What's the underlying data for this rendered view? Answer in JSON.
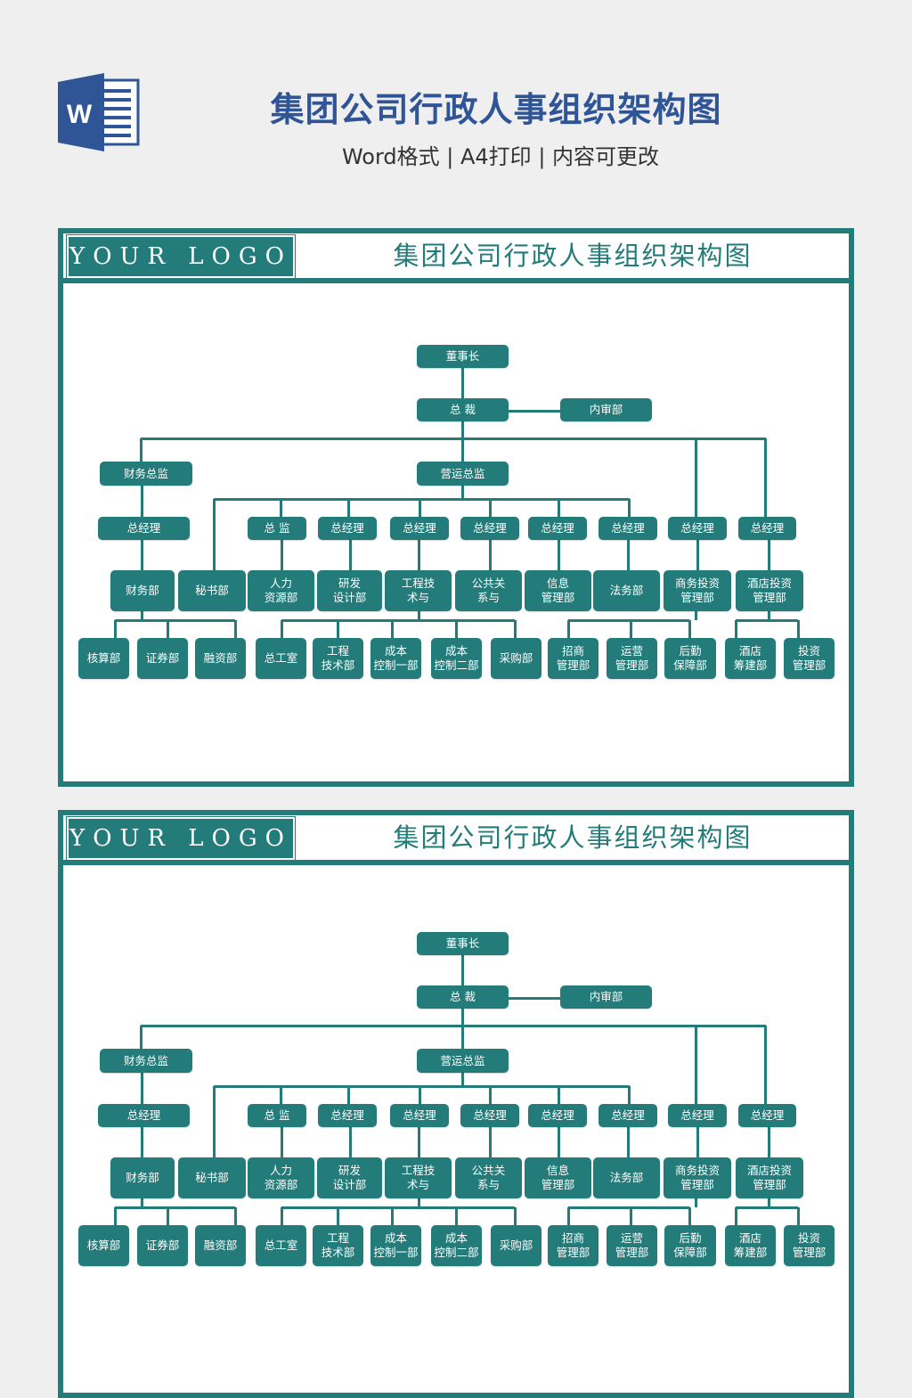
{
  "header": {
    "icon": "word-icon",
    "icon_letter": "W",
    "title": "集团公司行政人事组织架构图",
    "subtitle": "Word格式 | A4打印 | 内容可更改"
  },
  "colors": {
    "accent": "#237b7a",
    "title_blue": "#2f5597",
    "background": "#efefef"
  },
  "cards": [
    {
      "logo": "YOUR LOGO",
      "title": "集团公司行政人事组织架构图"
    },
    {
      "logo": "YOUR LOGO",
      "title": "集团公司行政人事组织架构图"
    }
  ],
  "org": {
    "chairman": "董事长",
    "president": "总 裁",
    "audit": "内审部",
    "finance_director": "财务总监",
    "operations_director": "营运总监",
    "managers": [
      "总经理",
      "总 监",
      "总经理",
      "总经理",
      "总经理",
      "总经理",
      "总经理",
      "总经理",
      "总经理"
    ],
    "departments": [
      "财务部",
      "秘书部",
      "人力\n资源部",
      "研发\n设计部",
      "工程技\n术与",
      "公共关\n系与",
      "信息\n管理部",
      "法务部",
      "商务投资\n管理部",
      "酒店投资\n管理部"
    ],
    "sub_departments": [
      "核算部",
      "证券部",
      "融资部",
      "总工室",
      "工程\n技术部",
      "成本\n控制一部",
      "成本\n控制二部",
      "采购部",
      "招商\n管理部",
      "运营\n管理部",
      "后勤\n保障部",
      "酒店\n筹建部",
      "投资\n管理部"
    ]
  }
}
